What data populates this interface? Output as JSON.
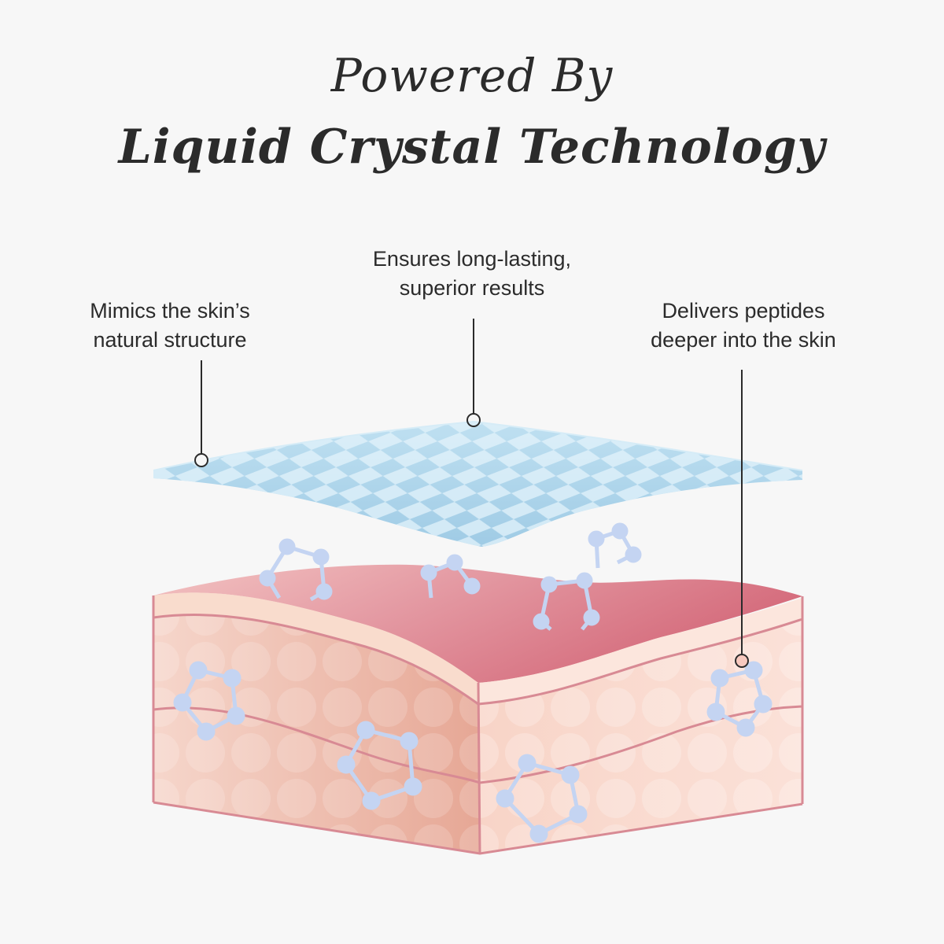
{
  "heading": {
    "line1": "Powered By",
    "line2": "Liquid Crystal Technology"
  },
  "callouts": [
    {
      "id": "mimics",
      "lines": [
        "Mimics the skin’s",
        "natural structure"
      ]
    },
    {
      "id": "ensures",
      "lines": [
        "Ensures long-lasting,",
        "superior results"
      ]
    },
    {
      "id": "delivers",
      "lines": [
        "Delivers peptides",
        "deeper into the skin"
      ]
    }
  ],
  "colors": {
    "background": "#f7f7f7",
    "text": "#2b2b2b",
    "crystal_layer": "#a9d3ea",
    "skin_top": "#d9707d",
    "skin_body": "#f4cbbd",
    "molecule": "#c4d4f2"
  },
  "icons": [
    "liquid-crystal-layer",
    "skin-cross-section",
    "peptide-molecule"
  ]
}
